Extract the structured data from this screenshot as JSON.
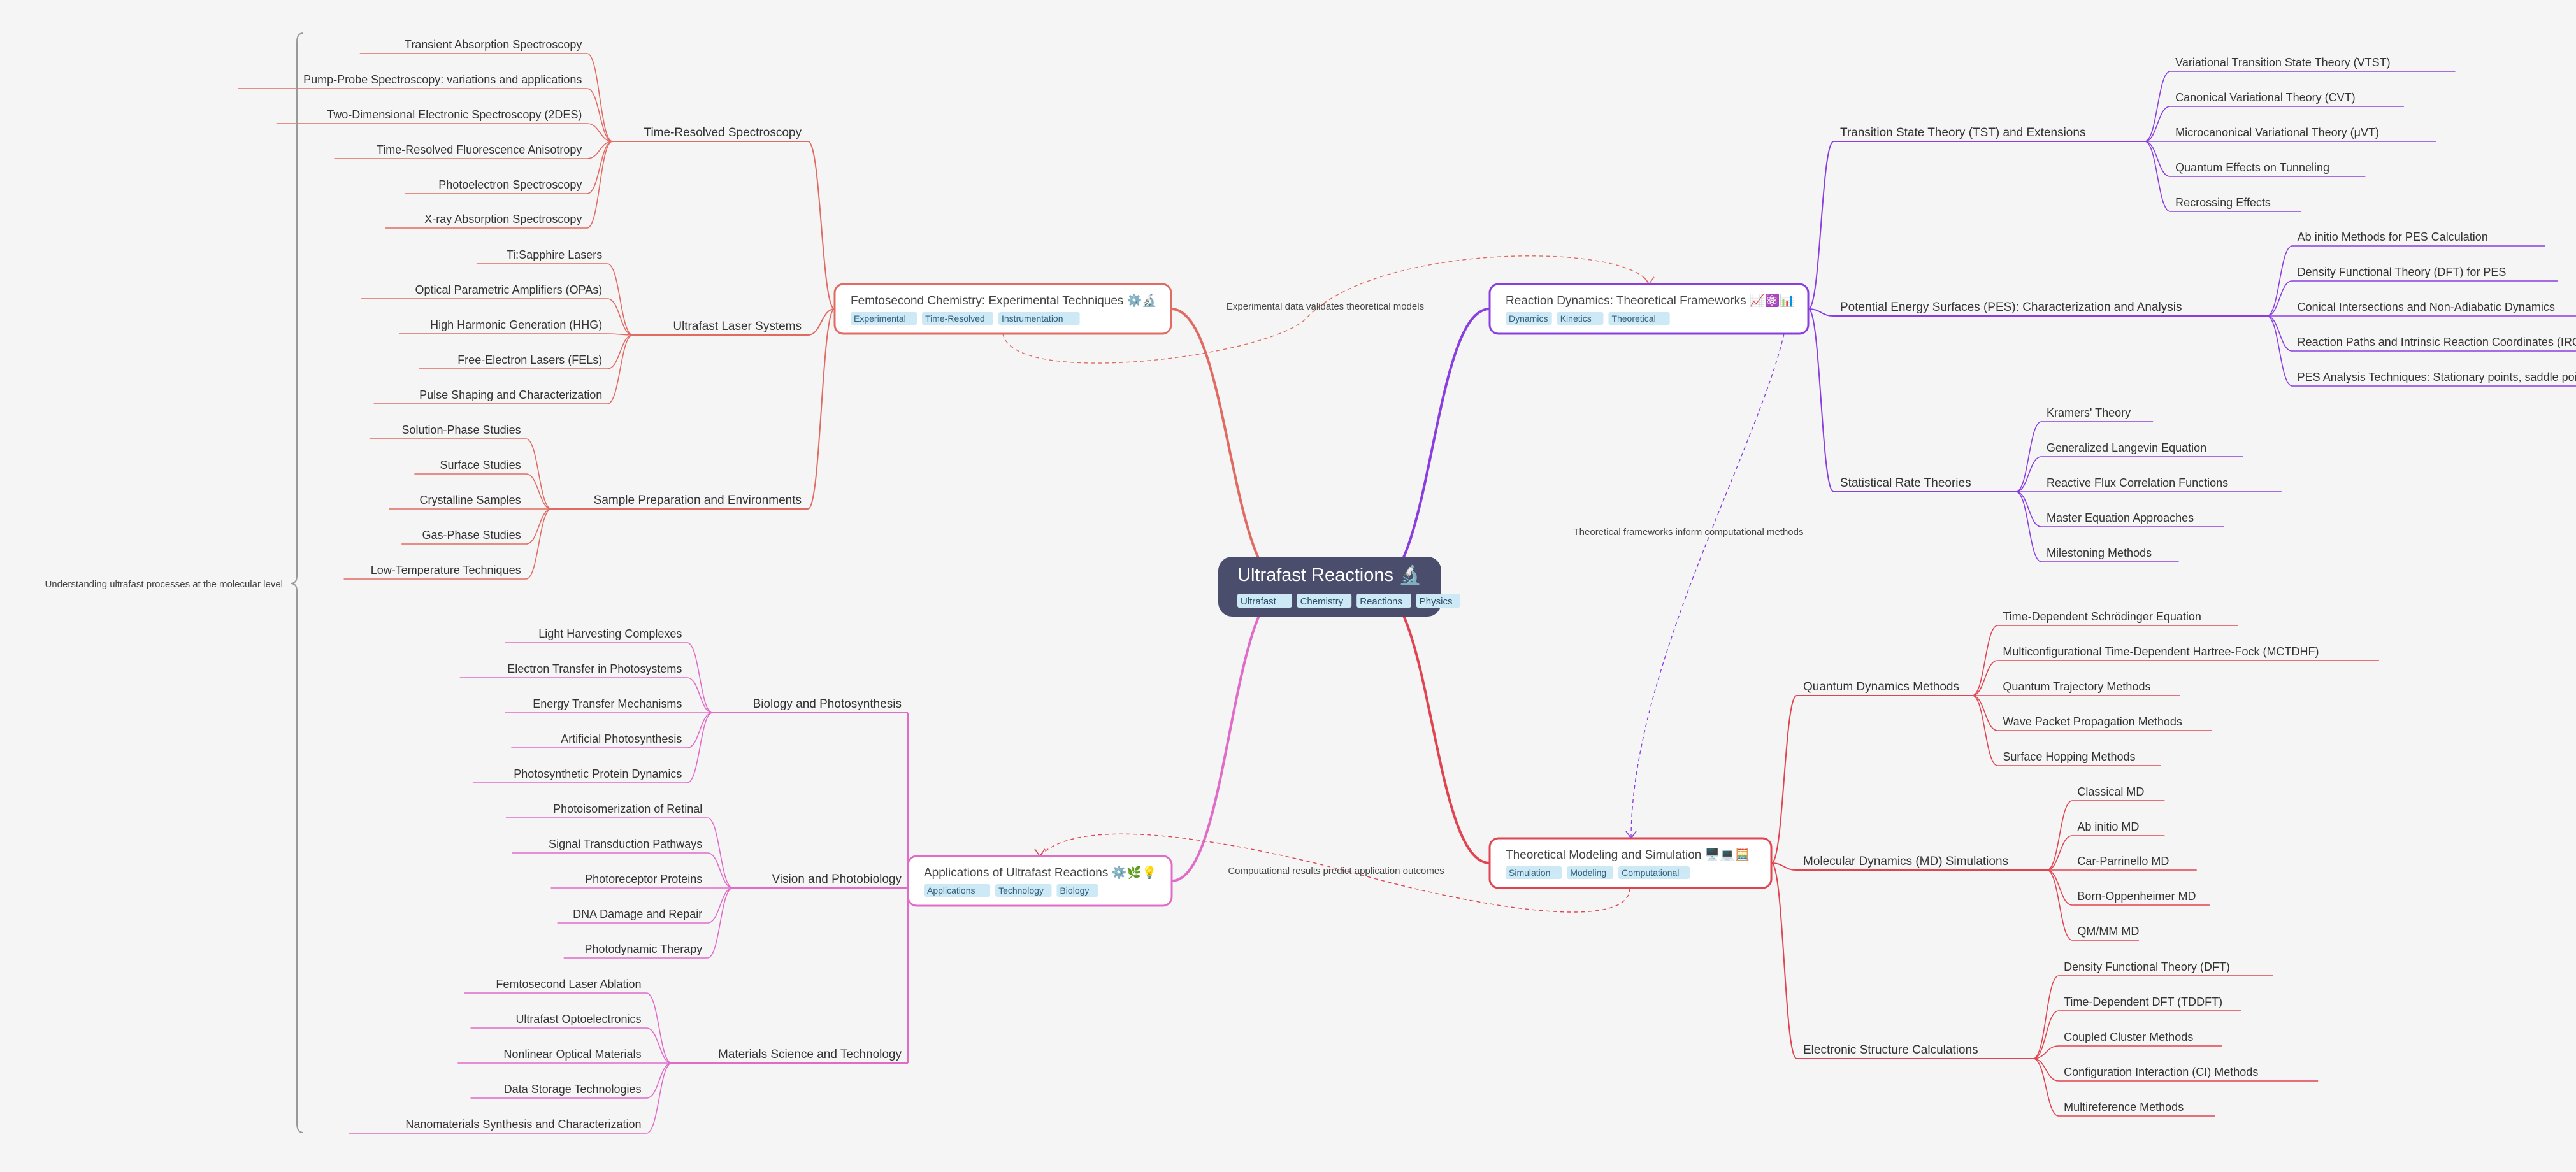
{
  "colors": {
    "background": "#f5f5f5",
    "root_fill": "#4a4d6b",
    "tag_fill": "#cde9f6",
    "experimental": "#e06b63",
    "theoretical": "#8a3ee0",
    "modeling": "#e04450",
    "applications": "#e06cc8"
  },
  "root": {
    "title": "Ultrafast Reactions 🔬",
    "tags": [
      "Ultrafast",
      "Chemistry",
      "Reactions",
      "Physics"
    ]
  },
  "summary": {
    "label": "Understanding ultrafast processes at the molecular level"
  },
  "connections": {
    "exp_to_theory": "Experimental data validates theoretical models",
    "theory_to_modeling": "Theoretical frameworks inform computational methods",
    "modeling_to_apps": "Computational results predict application outcomes"
  },
  "branches": {
    "experimental": {
      "title": "Femtosecond Chemistry: Experimental Techniques ⚙️🔬",
      "tags": [
        "Experimental",
        "Time-Resolved",
        "Instrumentation"
      ],
      "groups": [
        {
          "label": "Time-Resolved Spectroscopy",
          "items": [
            "Transient Absorption Spectroscopy",
            "Pump-Probe Spectroscopy: variations and applications",
            "Two-Dimensional Electronic Spectroscopy (2DES)",
            "Time-Resolved Fluorescence Anisotropy",
            "Photoelectron Spectroscopy",
            "X-ray Absorption Spectroscopy"
          ]
        },
        {
          "label": "Ultrafast Laser Systems",
          "items": [
            "Ti:Sapphire Lasers",
            "Optical Parametric Amplifiers (OPAs)",
            "High Harmonic Generation (HHG)",
            "Free-Electron Lasers (FELs)",
            "Pulse Shaping and Characterization"
          ]
        },
        {
          "label": "Sample Preparation and Environments",
          "items": [
            "Solution-Phase Studies",
            "Surface Studies",
            "Crystalline Samples",
            "Gas-Phase Studies",
            "Low-Temperature Techniques"
          ]
        }
      ]
    },
    "applications": {
      "title": "Applications of Ultrafast Reactions ⚙️🌿💡",
      "tags": [
        "Applications",
        "Technology",
        "Biology"
      ],
      "groups": [
        {
          "label": "Biology and Photosynthesis",
          "items": [
            "Light Harvesting Complexes",
            "Electron Transfer in Photosystems",
            "Energy Transfer Mechanisms",
            "Artificial Photosynthesis",
            "Photosynthetic Protein Dynamics"
          ]
        },
        {
          "label": "Vision and Photobiology",
          "items": [
            "Photoisomerization of Retinal",
            "Signal Transduction Pathways",
            "Photoreceptor Proteins",
            "DNA Damage and Repair",
            "Photodynamic Therapy"
          ]
        },
        {
          "label": "Materials Science and Technology",
          "items": [
            "Femtosecond Laser Ablation",
            "Ultrafast Optoelectronics",
            "Nonlinear Optical Materials",
            "Data Storage Technologies",
            "Nanomaterials Synthesis and Characterization"
          ]
        }
      ]
    },
    "theoretical": {
      "title": "Reaction Dynamics: Theoretical Frameworks 📈⚛️📊",
      "tags": [
        "Dynamics",
        "Kinetics",
        "Theoretical"
      ],
      "groups": [
        {
          "label": "Transition State Theory (TST) and Extensions",
          "items": [
            "Variational Transition State Theory (VTST)",
            "Canonical Variational Theory (CVT)",
            "Microcanonical Variational Theory (μVT)",
            "Quantum Effects on Tunneling",
            "Recrossing Effects"
          ]
        },
        {
          "label": "Potential Energy Surfaces (PES): Characterization and Analysis",
          "items": [
            "Ab initio Methods for PES Calculation",
            "Density Functional Theory (DFT) for PES",
            "Conical Intersections and Non-Adiabatic Dynamics",
            "Reaction Paths and Intrinsic Reaction Coordinates (IRC)",
            "PES Analysis Techniques: Stationary points, saddle points"
          ]
        },
        {
          "label": "Statistical Rate Theories",
          "items": [
            "Kramers' Theory",
            "Generalized Langevin Equation",
            "Reactive Flux Correlation Functions",
            "Master Equation Approaches",
            "Milestoning Methods"
          ]
        }
      ]
    },
    "modeling": {
      "title": "Theoretical Modeling and Simulation 🖥️💻🧮",
      "tags": [
        "Simulation",
        "Modeling",
        "Computational"
      ],
      "groups": [
        {
          "label": "Quantum Dynamics Methods",
          "items": [
            "Time-Dependent Schrödinger Equation",
            "Multiconfigurational Time-Dependent Hartree-Fock (MCTDHF)",
            "Quantum Trajectory Methods",
            "Wave Packet Propagation Methods",
            "Surface Hopping Methods"
          ]
        },
        {
          "label": "Molecular Dynamics (MD) Simulations",
          "items": [
            "Classical MD",
            "Ab initio MD",
            "Car-Parrinello MD",
            "Born-Oppenheimer MD",
            "QM/MM MD"
          ]
        },
        {
          "label": "Electronic Structure Calculations",
          "items": [
            "Density Functional Theory (DFT)",
            "Time-Dependent DFT (TDDFT)",
            "Coupled Cluster Methods",
            "Configuration Interaction (CI) Methods",
            "Multireference Methods"
          ]
        }
      ]
    }
  }
}
